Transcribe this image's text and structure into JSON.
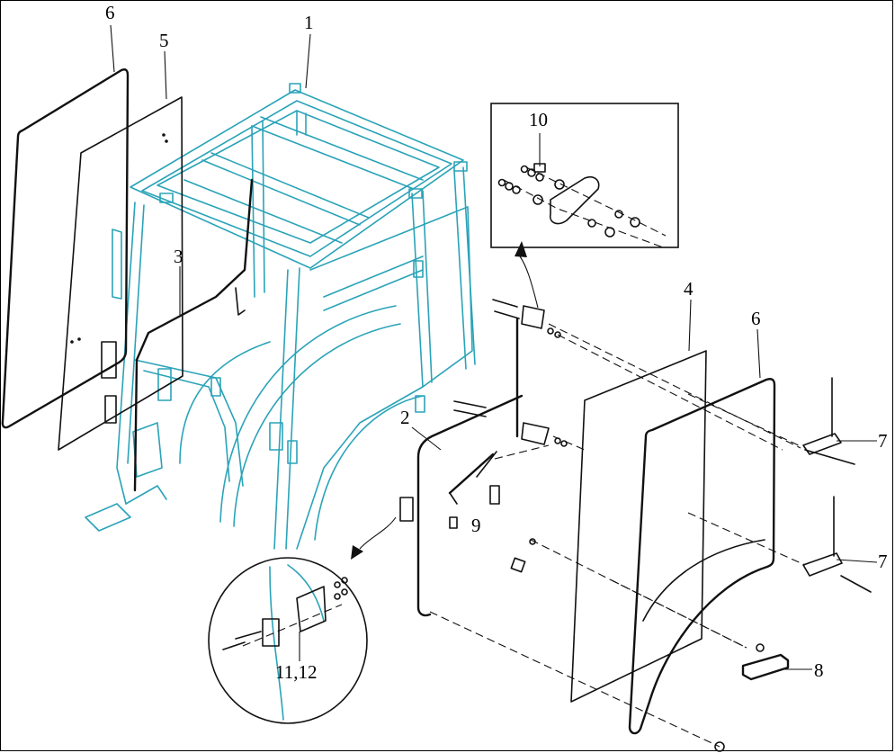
{
  "figure": {
    "callouts": [
      {
        "id": "c1",
        "text": "1"
      },
      {
        "id": "c2",
        "text": "2"
      },
      {
        "id": "c3",
        "text": "3"
      },
      {
        "id": "c4",
        "text": "4"
      },
      {
        "id": "c5",
        "text": "5"
      },
      {
        "id": "c6a",
        "text": "6"
      },
      {
        "id": "c6b",
        "text": "6"
      },
      {
        "id": "c7a",
        "text": "7"
      },
      {
        "id": "c7b",
        "text": "7"
      },
      {
        "id": "c8",
        "text": "8"
      },
      {
        "id": "c9",
        "text": "9"
      },
      {
        "id": "c10",
        "text": "10"
      },
      {
        "id": "c1112",
        "text": "11,12"
      }
    ],
    "colors": {
      "cab_frame": "#2aa3b8",
      "parts": "#111111",
      "background": "#ffffff"
    }
  }
}
